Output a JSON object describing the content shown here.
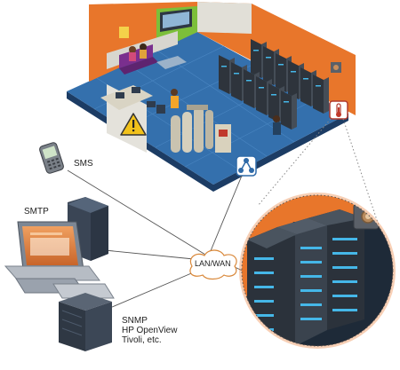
{
  "labels": {
    "sms": "SMS",
    "smtp": "SMTP",
    "lan_wan": "LAN/WAN",
    "snmp_line1": "SNMP",
    "snmp_line2": "HP OpenView",
    "snmp_line3": "Tivoli, etc."
  },
  "icons": [
    "warning-icon",
    "thermometer-icon",
    "network-icon"
  ],
  "colors": {
    "orange_wall": "#e8762b",
    "blue_floor": "#2f6aa8",
    "rack_dark": "#2e343c",
    "rack_led": "#45b7e8",
    "warning_yellow": "#f2c21b"
  }
}
